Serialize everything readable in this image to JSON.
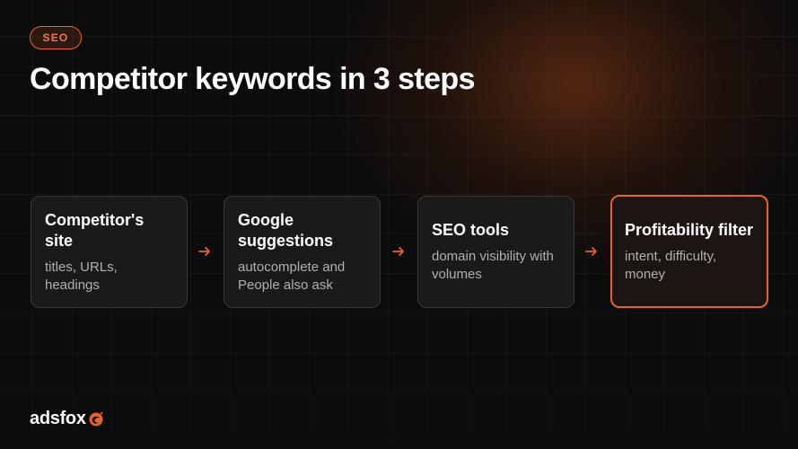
{
  "tag": "SEO",
  "title": "Competitor keywords in 3 steps",
  "steps": [
    {
      "title": "Competitor's site",
      "desc": "titles, URLs, headings"
    },
    {
      "title": "Google suggestions",
      "desc": "autocomplete and People also ask"
    },
    {
      "title": "SEO tools",
      "desc": "domain visibility with volumes"
    },
    {
      "title": "Profitability filter",
      "desc": "intent, difficulty, money"
    }
  ],
  "highlighted_step": 4,
  "connector_icon": "arrow-right-icon",
  "brand": {
    "wordmark": "adsfox",
    "logo_icon": "fox-swirl-icon"
  },
  "colors": {
    "accent": "#e8622c",
    "background": "#0d0c0c",
    "card_background": "#1c1b1b",
    "card_border": "#3a3836",
    "text_primary": "#ffffff",
    "text_secondary": "#b3afab"
  }
}
